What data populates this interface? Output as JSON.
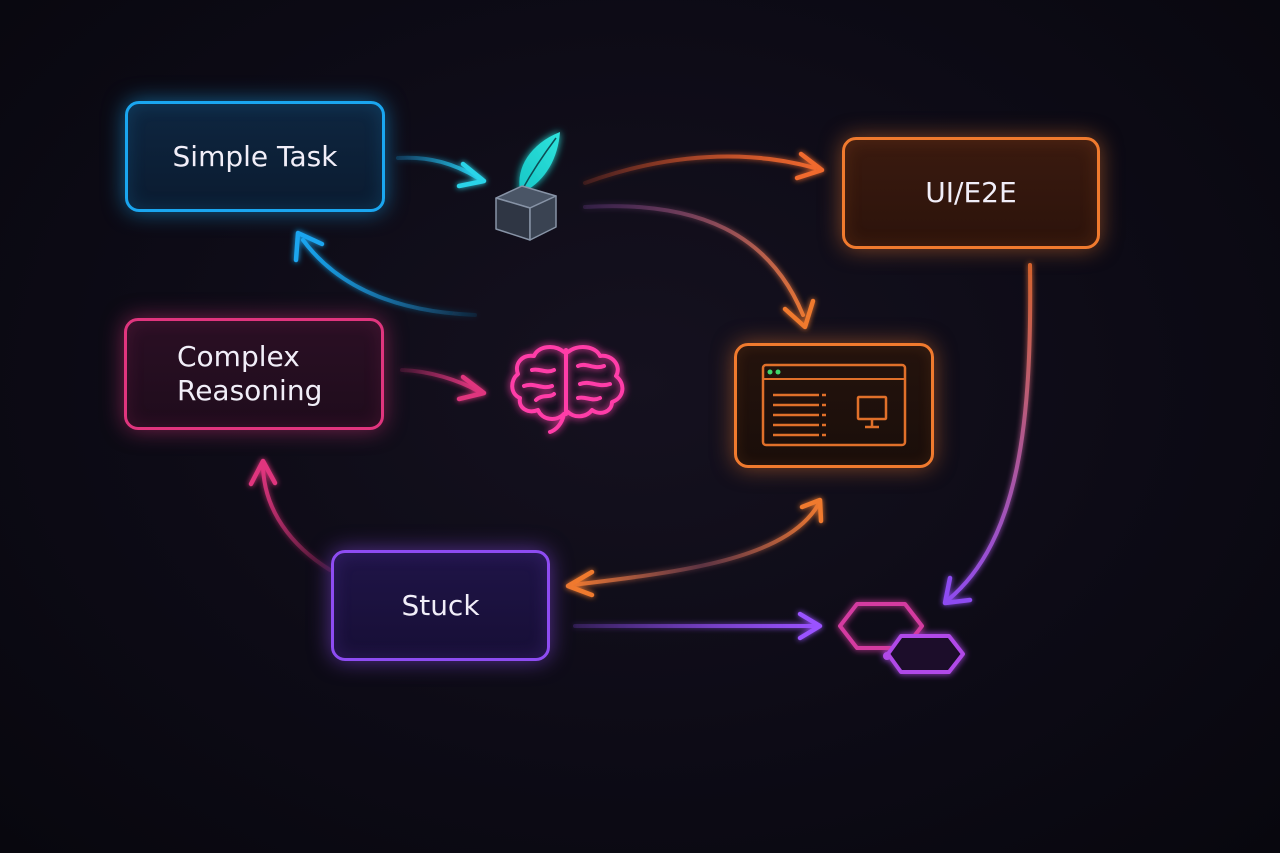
{
  "nodes": {
    "simple_task": {
      "label": "Simple Task"
    },
    "complex_reasoning": {
      "line1": "Complex",
      "line2": "Reasoning"
    },
    "ui_e2e": {
      "label": "UI/E2E"
    },
    "stuck": {
      "label": "Stuck"
    }
  },
  "icons": {
    "simple_task": "feather-box-icon",
    "complex_reasoning": "brain-icon",
    "ui_e2e": "browser-window-icon",
    "stuck": "linked-hexagons-icon"
  },
  "colors": {
    "background": "#0c0a14",
    "cyan": "#1aa6f0",
    "pink": "#e0357e",
    "orange": "#f07a2e",
    "purple": "#8e4cf2"
  }
}
